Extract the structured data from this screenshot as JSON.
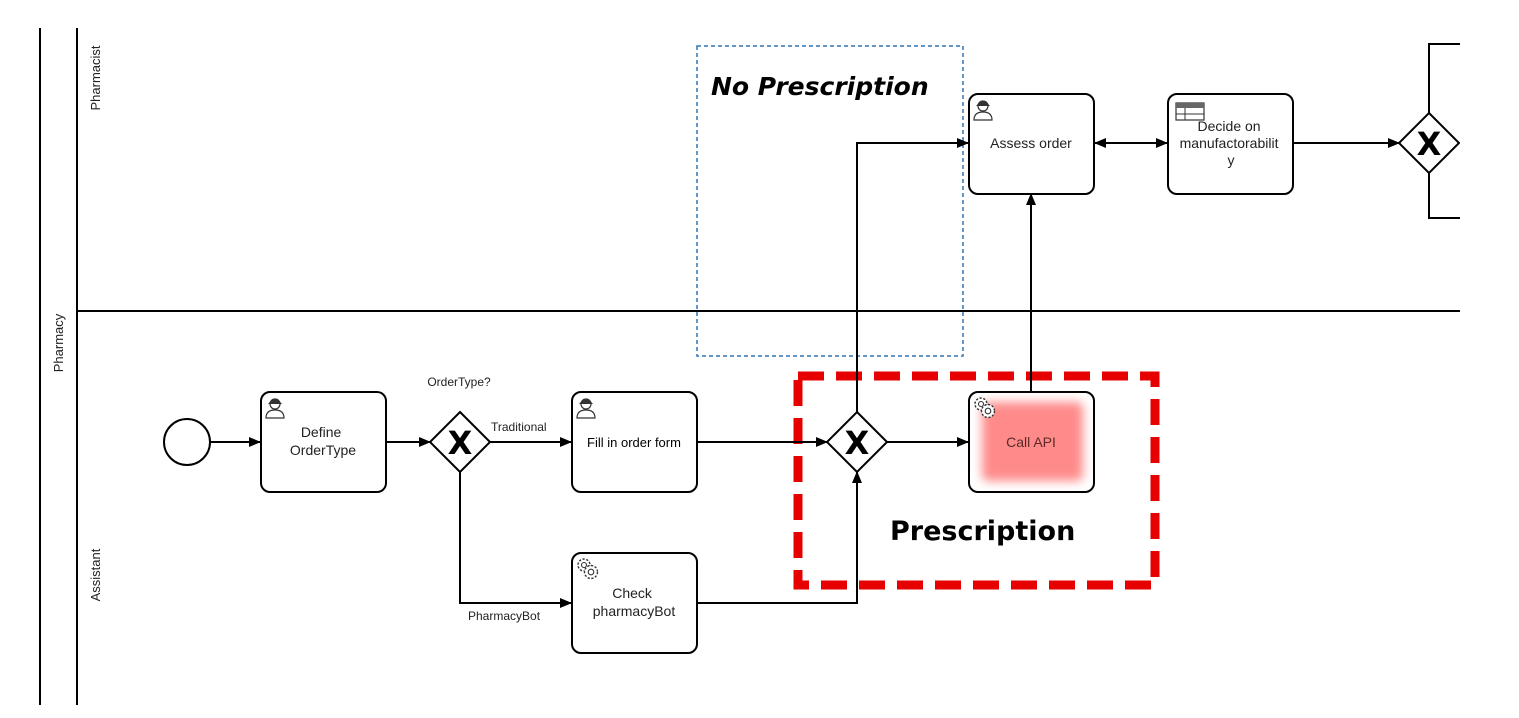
{
  "pool": {
    "label": "Pharmacy"
  },
  "lanes": [
    {
      "label": "Pharmacist"
    },
    {
      "label": "Assistant"
    }
  ],
  "tasks": {
    "define_ordertype": {
      "label_lines": [
        "Define",
        "OrderType"
      ],
      "icon": "user-icon"
    },
    "fill_in_order_form": {
      "label": "Fill in order form",
      "icon": "user-icon"
    },
    "check_pharmacybot": {
      "label_lines": [
        "Check",
        "pharmacyBot"
      ],
      "icon": "gear-icon"
    },
    "call_api": {
      "label": "Call API",
      "icon": "gear-icon",
      "highlight_color": "#ff8a8a"
    },
    "assess_order": {
      "label": "Assess order",
      "icon": "user-icon"
    },
    "decide_manufactorability": {
      "label_lines": [
        "Decide on",
        "manufactorabilit",
        "y"
      ],
      "icon": "table-icon"
    }
  },
  "gateways": {
    "ordertype": {
      "label": "OrderType?",
      "marker": "X"
    },
    "merge": {
      "marker": "X"
    },
    "right": {
      "marker": "X"
    }
  },
  "flow_labels": {
    "traditional": "Traditional",
    "pharmacybot": "PharmacyBot"
  },
  "annotations": {
    "no_prescription": {
      "label": "No Prescription",
      "border_color": "#2e75b6"
    },
    "prescription": {
      "label": "Prescription",
      "border_color": "#e60000"
    }
  }
}
